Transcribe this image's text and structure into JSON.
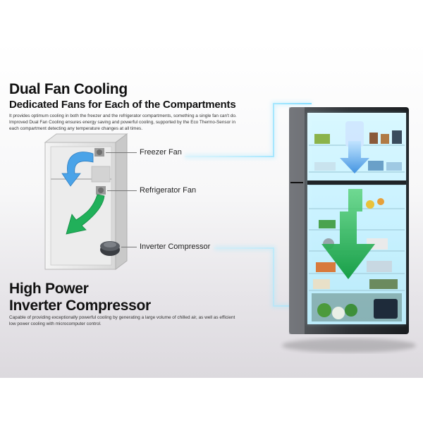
{
  "section1": {
    "title": "Dual Fan Cooling",
    "subtitle": "Dedicated Fans for Each of the Compartments",
    "description": "It provides optimum cooling in both the freezer and the refrigerator compartments, something a single fan can't do. Improved Dual Fan Cooling ensures energy saving and powerful cooling, supported by the Eco Thermo-Sensor in each compartment detecting any temperature changes at all times."
  },
  "callouts": {
    "freezer_fan": "Freezer Fan",
    "refrigerator_fan": "Refrigerator Fan",
    "inverter_compressor": "Inverter Compressor"
  },
  "section2": {
    "title_line1": "High Power",
    "title_line2": "Inverter Compressor",
    "description": "Capable of providing exceptionally powerful cooling by generating a large volume of chilled air, as well as efficient low power cooling with microcomputer control."
  },
  "colors": {
    "cold_air_blue": "#4aa3e8",
    "cool_air_green": "#21b05a",
    "glow_cyan": "#9fe6ff",
    "fridge_body": "#2b2f33"
  },
  "icons": [
    "blue-airflow-arrow-icon",
    "green-airflow-arrow-icon",
    "fan-icon",
    "compressor-icon"
  ]
}
